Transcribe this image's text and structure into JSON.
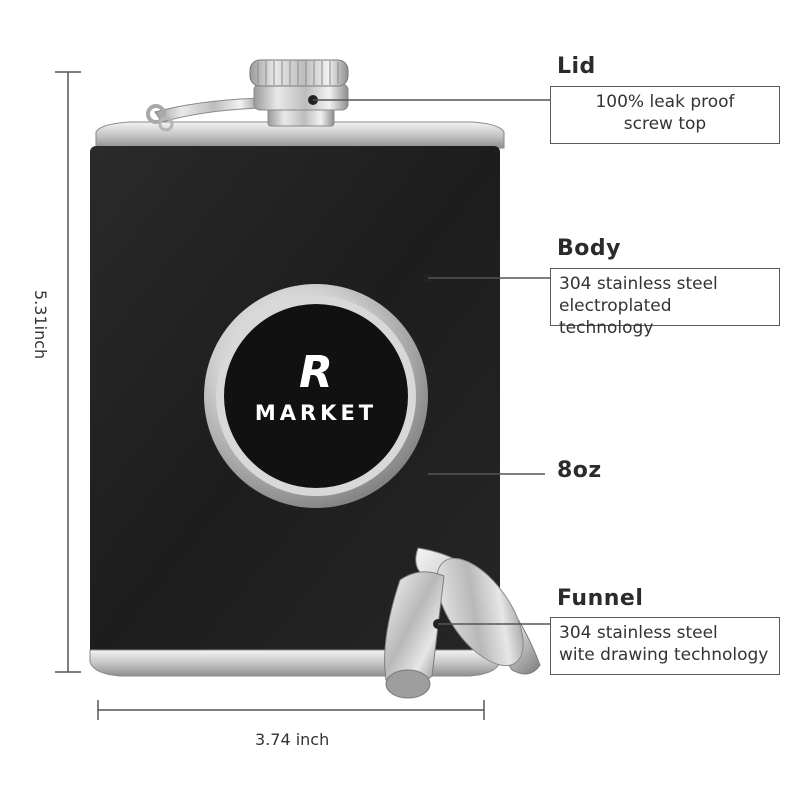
{
  "logo": {
    "letter": "R",
    "word": "MARKET"
  },
  "callouts": {
    "lid": {
      "title": "Lid",
      "line1": "100% leak proof",
      "line2": "screw top"
    },
    "body": {
      "title": "Body",
      "line1": "304 stainless steel",
      "line2": "electroplated technology"
    },
    "capacity": {
      "title": "8oz"
    },
    "funnel": {
      "title": "Funnel",
      "line1": "304 stainless steel",
      "line2": "wite drawing technology"
    }
  },
  "dimensions": {
    "height": "5.31inch",
    "width": "3.74 inch"
  },
  "colors": {
    "body_leather": "#1f1f1f",
    "steel": "#c9c9c9",
    "lines": "#555555"
  }
}
